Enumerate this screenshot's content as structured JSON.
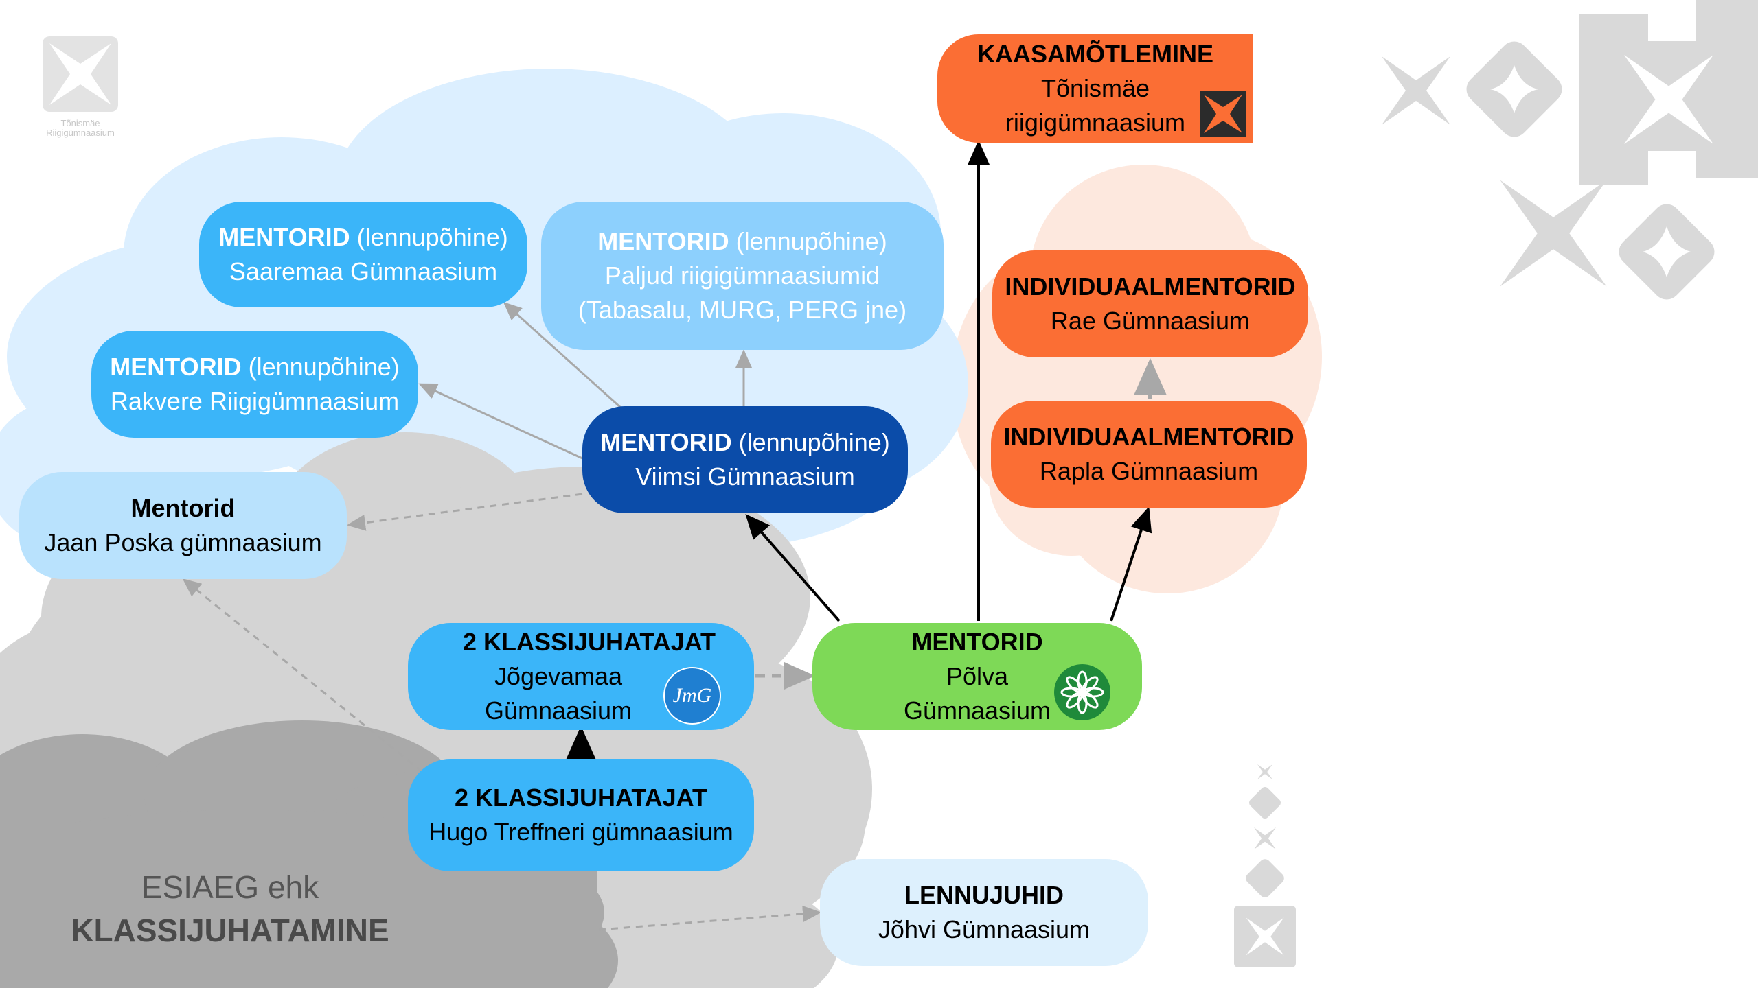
{
  "logo": {
    "name": "Tõnismäe Riigigümnaasium",
    "line1": "Tõnismäe",
    "line2": "Riigigümnaasium"
  },
  "colors": {
    "cloud_blue": "#dcefff",
    "cloud_gray": "#d4d4d4",
    "cloud_dark_gray": "#a9a9a9",
    "cloud_peach": "#fde8de",
    "orange": "#fb6e34",
    "blue_bright": "#3bb5f9",
    "blue_light": "#8dd0fd",
    "blue_pale": "#b9e2fd",
    "blue_dark": "#0b4ca9",
    "green": "#7ed957",
    "very_light_blue": "#ddf0fd",
    "arrow_dark": "#000000",
    "arrow_light": "#a8a8a8"
  },
  "caption": {
    "line1": "ESIAEG ehk",
    "line2": "KLASSIJUHATAMINE"
  },
  "nodes": {
    "kaasamotlemine": {
      "title": "KAASAMÕTLEMINE",
      "line1": "Tõnismäe",
      "line2": "riigigümnaasium"
    },
    "saaremaa": {
      "title": "MENTORID",
      "suffix": " (lennupõhine)",
      "line1": "Saaremaa Gümnaasium"
    },
    "paljud": {
      "title": "MENTORID",
      "suffix": " (lennupõhine)",
      "line1": "Paljud riigigümnaasiumid",
      "line2": "(Tabasalu, MURG, PERG jne)"
    },
    "rakvere": {
      "title": "MENTORID",
      "suffix": " (lennupõhine)",
      "line1": "Rakvere Riigigümnaasium"
    },
    "viimsi": {
      "title": "MENTORID",
      "suffix": " (lennupõhine)",
      "line1": "Viimsi Gümnaasium"
    },
    "jaan_poska": {
      "title": "Mentorid",
      "line1": "Jaan Poska gümnaasium"
    },
    "rae": {
      "title": "INDIVIDUAALMENTORID",
      "line1": "Rae Gümnaasium"
    },
    "rapla": {
      "title": "INDIVIDUAALMENTORID",
      "line1": "Rapla Gümnaasium"
    },
    "jogevamaa": {
      "title": "2 KLASSIJUHATAJAT",
      "line1": "Jõgevamaa",
      "line2": "Gümnaasium",
      "badge": "JmG"
    },
    "polva": {
      "title": "MENTORID",
      "line1": "Põlva",
      "line2": "Gümnaasium"
    },
    "hugo": {
      "title": "2 KLASSIJUHATAJAT",
      "line1": "Hugo Treffneri gümnaasium"
    },
    "johvi": {
      "title": "LENNUJUHID",
      "line1": "Jõhvi Gümnaasium"
    }
  },
  "icons": [
    "school-logo-icon",
    "jogevamaa-logo-icon",
    "polva-flower-logo-icon",
    "decorative-cross-icon",
    "decorative-star-icon"
  ]
}
